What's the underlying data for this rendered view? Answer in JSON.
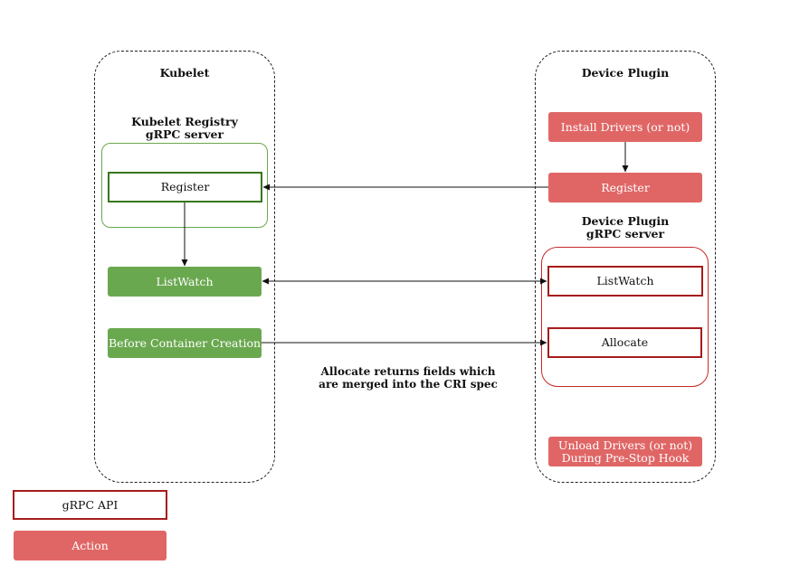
{
  "kubelet": {
    "title": "Kubelet",
    "registry_title_line1": "Kubelet Registry",
    "registry_title_line2": "gRPC server",
    "register": "Register",
    "listwatch": "ListWatch",
    "before_container": "Before Container Creation"
  },
  "device_plugin": {
    "title": "Device Plugin",
    "install_drivers": "Install Drivers (or not)",
    "register": "Register",
    "server_title_line1": "Device Plugin",
    "server_title_line2": "gRPC server",
    "listwatch": "ListWatch",
    "allocate": "Allocate",
    "unload_line1": "Unload Drivers (or not)",
    "unload_line2": "During Pre-Stop Hook"
  },
  "note": {
    "line1": "Allocate returns fields which",
    "line2": "are merged into the CRI spec"
  },
  "legend": {
    "grpc_api": "gRPC API",
    "action": "Action"
  },
  "colors": {
    "green_action": "#6aa84f",
    "green_border": "#38761d",
    "red_action": "#e06666",
    "red_border": "#a61c1c"
  }
}
